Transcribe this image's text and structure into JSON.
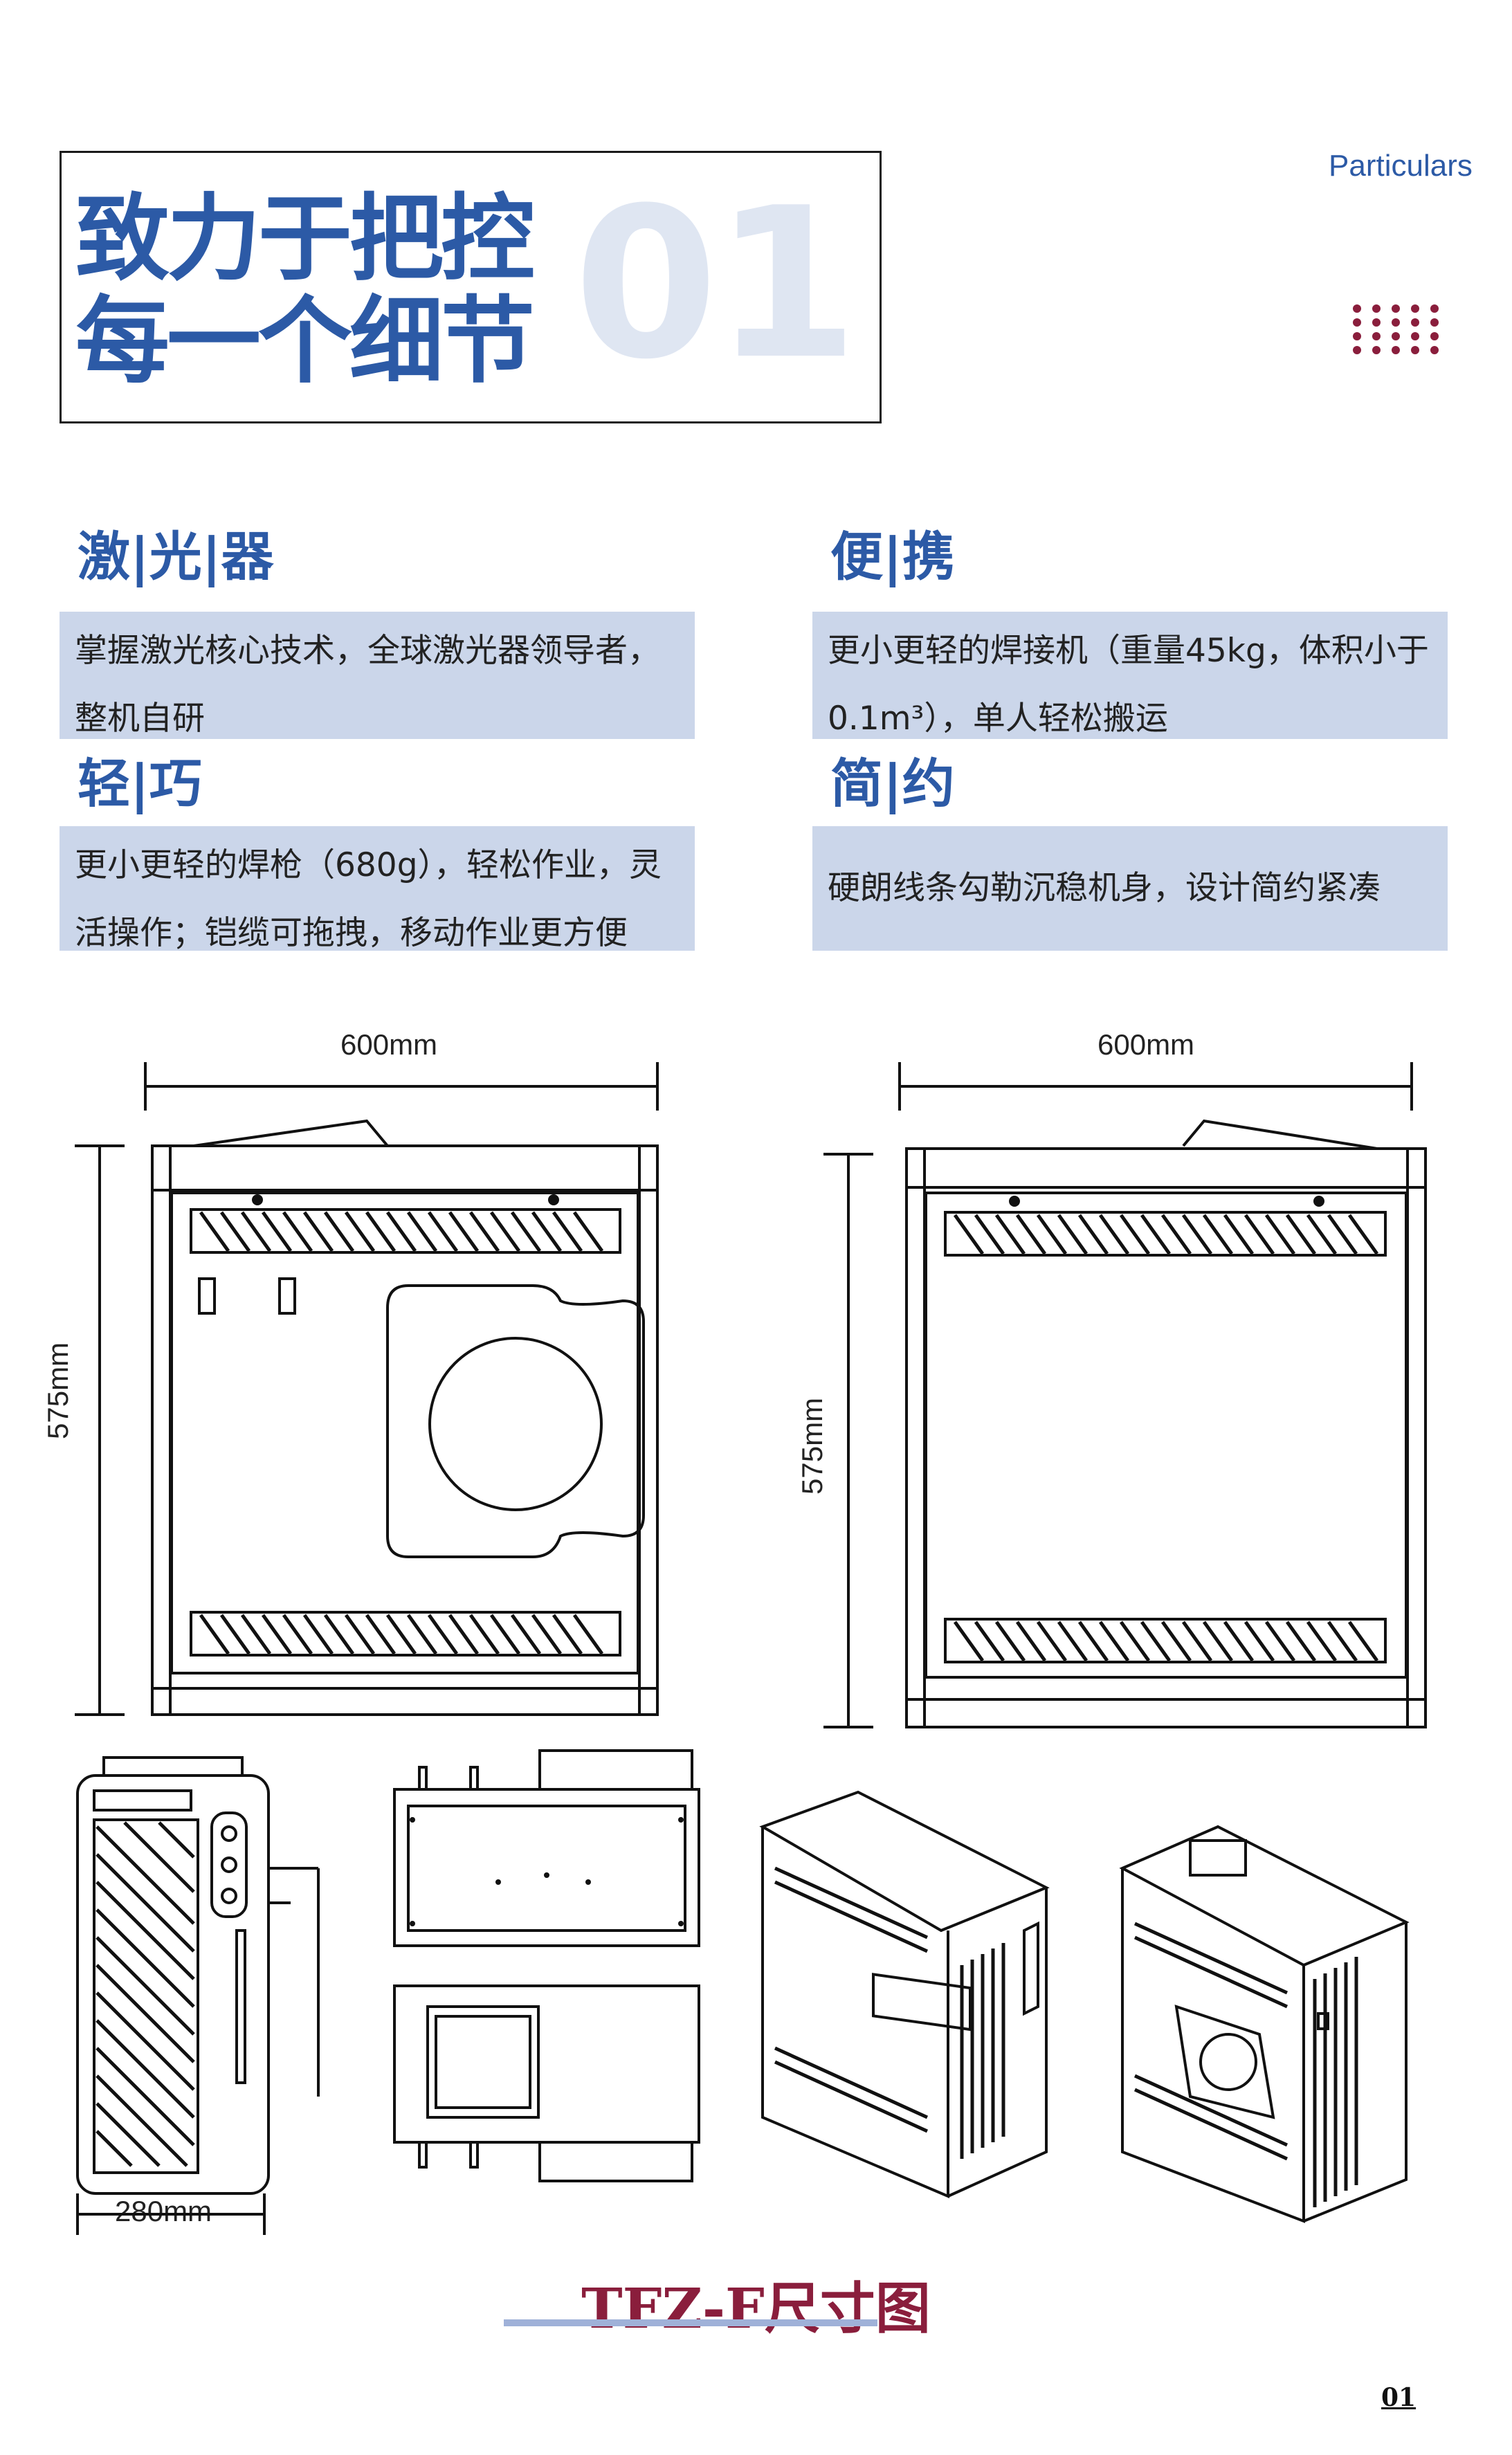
{
  "header": {
    "title_line1": "致力于把控",
    "title_line2": "每一个细节",
    "title_number": "01",
    "tag": "Particulars"
  },
  "features": [
    {
      "title": "激|光|器",
      "text": "掌握激光核心技术，全球激光器领导者，整机自研"
    },
    {
      "title": "便|携",
      "text": "更小更轻的焊接机（重量45kg，体积小于0.1m³），单人轻松搬运"
    },
    {
      "title": "轻|巧",
      "text": "更小更轻的焊枪（680g），轻松作业，灵活操作；铠缆可拖拽，移动作业更方便"
    },
    {
      "title": "简|约",
      "text": "硬朗线条勾勒沉稳机身，设计简约紧凑"
    }
  ],
  "dimensions": {
    "front_width": "600mm",
    "front_height": "575mm",
    "back_width": "600mm",
    "back_height": "575mm",
    "side_width": "280mm"
  },
  "caption": "TFZ-F尺寸图",
  "page_number": "01",
  "colors": {
    "accent": "#2c5aa6",
    "box": "#cbd6ea",
    "dots": "#8a1e3c",
    "caption": "#8a1e3c"
  }
}
